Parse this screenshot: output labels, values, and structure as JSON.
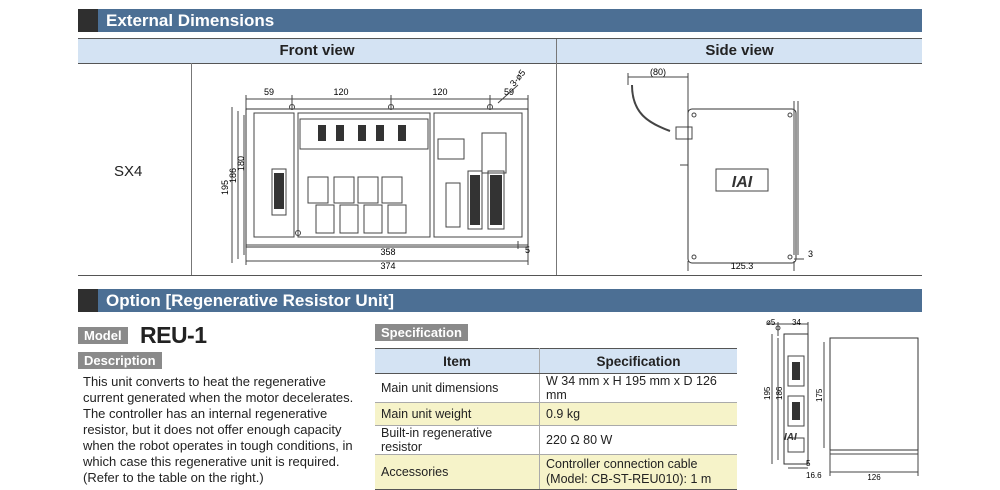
{
  "external_dimensions": {
    "title": "External Dimensions",
    "front_view_header": "Front view",
    "side_view_header": "Side view",
    "row_label": "SX4",
    "front_view": {
      "top_dims": [
        "59",
        "120",
        "120",
        "59"
      ],
      "hole_label": "3-ø5",
      "left_dims": [
        "195",
        "186",
        "180"
      ],
      "bottom_dims": [
        "358",
        "374"
      ],
      "small_dim": "5"
    },
    "side_view": {
      "cable_dim": "(80)",
      "logo": "IAI",
      "depth_dim": "125.3",
      "offset_dim": "3"
    }
  },
  "option": {
    "title": "Option [Regenerative Resistor Unit]",
    "model_label": "Model",
    "model_name": "REU-1",
    "description_label": "Description",
    "description": "This unit converts to heat the regenerative current generated when the motor decelerates. The controller has an internal regenerative resistor, but it does not offer enough capacity when the robot operates in tough conditions, in which case this regenerative unit is required. (Refer to the table on the right.)",
    "specification_label": "Specification",
    "spec_headers": [
      "Item",
      "Specification"
    ],
    "spec_rows": [
      {
        "item": "Main unit dimensions",
        "spec": "W 34 mm x H 195 mm x D 126 mm"
      },
      {
        "item": "Main unit weight",
        "spec": "0.9 kg"
      },
      {
        "item": "Built-in regenerative resistor",
        "spec": "220 Ω  80 W"
      },
      {
        "item": "Accessories",
        "spec": "Controller connection cable (Model: CB-ST-REU010): 1 m"
      }
    ],
    "drawing": {
      "hole": "ø5",
      "width": "34",
      "heights": [
        "195",
        "186"
      ],
      "side_height": "175",
      "depth": "126",
      "small_dims": [
        "5",
        "16.6"
      ],
      "logo": "IAI"
    }
  },
  "colors": {
    "section_bar": "#4c6f94",
    "header_fill": "#d4e3f3",
    "alt_row": "#f6f3c9"
  }
}
